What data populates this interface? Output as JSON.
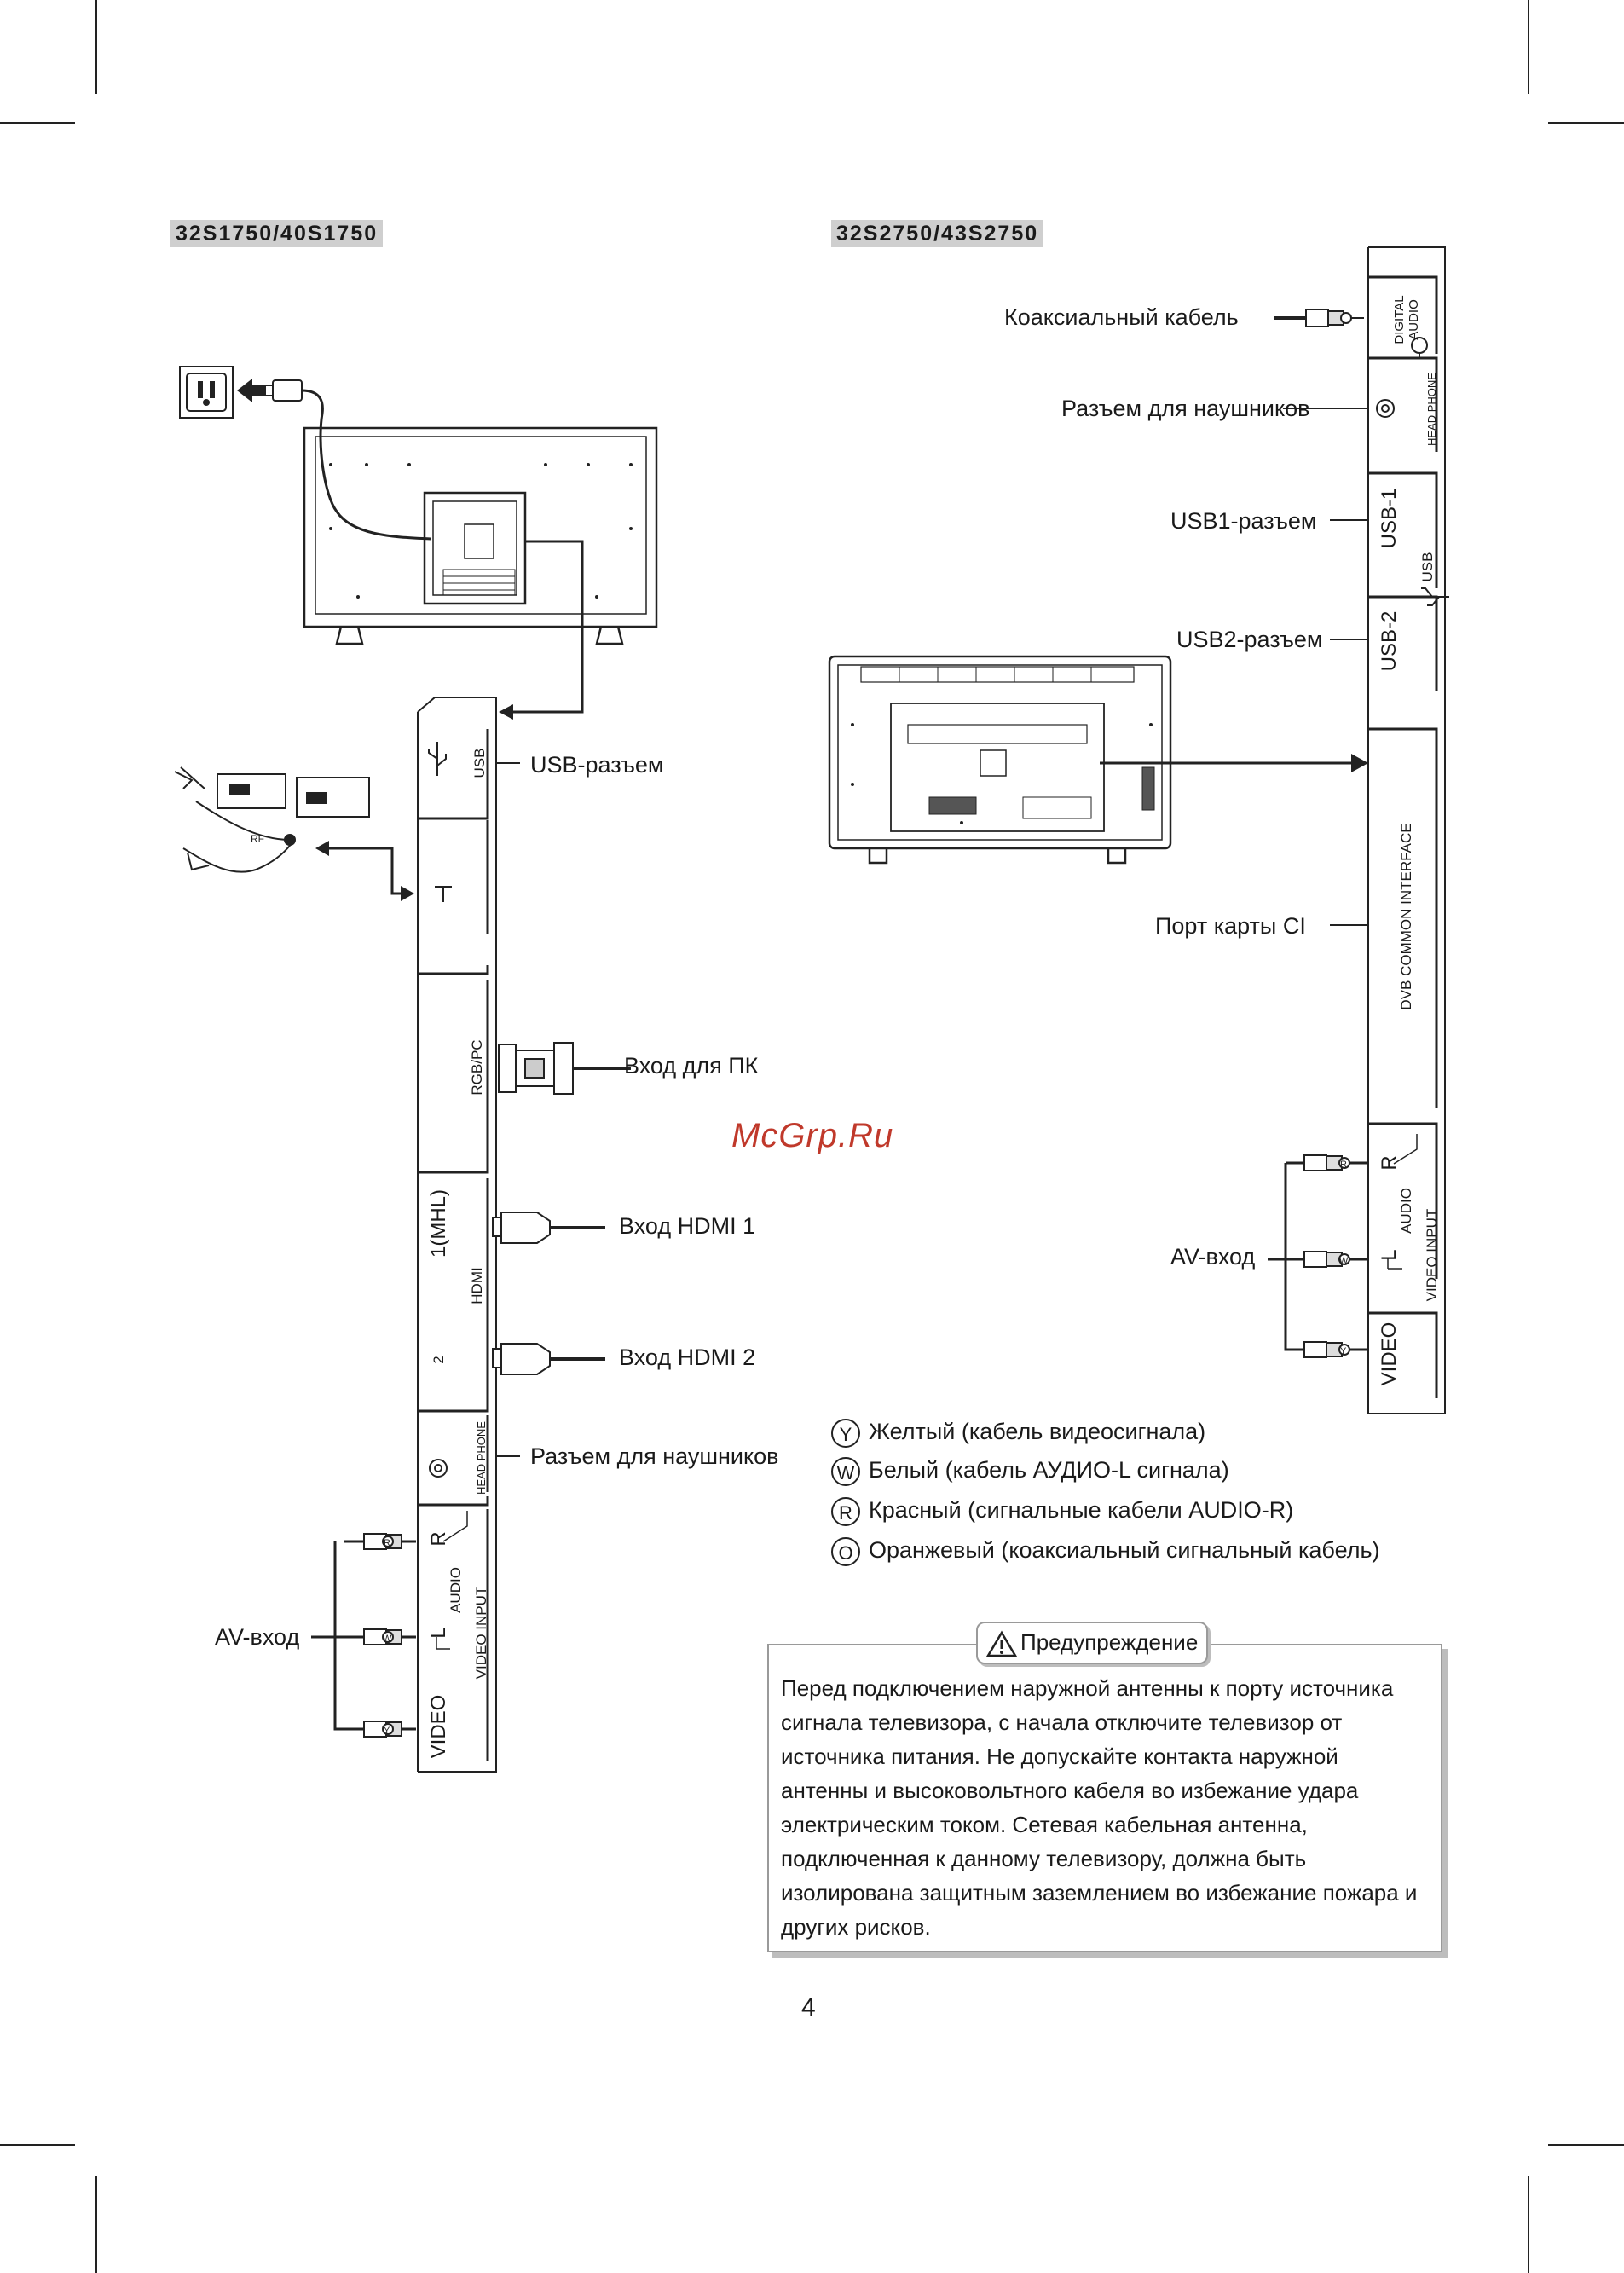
{
  "models": {
    "left": "32S1750/40S1750",
    "right": "32S2750/43S2750"
  },
  "left_panel": {
    "callouts": {
      "usb": "USB-разъем",
      "pc": "Вход для ПК",
      "hdmi1": "Вход HDMI 1",
      "hdmi2": "Вход HDMI 2",
      "headphone": "Разъем для наушников",
      "av": "AV-вход"
    },
    "labels": {
      "usb": "USB",
      "rgbpc": "RGB/PC",
      "hdmi1": "1(MHL)",
      "hdmi": "HDMI",
      "hdmi2": "2",
      "headphone": "HEAD PHONE",
      "r": "R",
      "audio": "AUDIO",
      "l": "L",
      "video_input": "VIDEO INPUT",
      "video": "VIDEO",
      "rf": "RF"
    }
  },
  "right_panel": {
    "callouts": {
      "coax": "Коаксиальный кабель",
      "headphone": "Разъем для наушников",
      "usb1": "USB1-разъем",
      "usb2": "USB2-разъем",
      "ci": "Порт карты CI",
      "av": "AV-вход"
    },
    "labels": {
      "digital_audio": "DIGITAL AUDIO",
      "headphone": "HEAD PHONE",
      "usb1": "USB-1",
      "usb": "USB",
      "usb2": "USB-2",
      "dvb": "DVB COMMON INTERFACE",
      "r": "R",
      "audio": "AUDIO",
      "l": "L",
      "video_input": "VIDEO INPUT",
      "video": "VIDEO"
    }
  },
  "legend": [
    {
      "letter": "Y",
      "text": "Желтый (кабель видеосигнала)"
    },
    {
      "letter": "W",
      "text": "Белый (кабель АУДИО-L сигнала)"
    },
    {
      "letter": "R",
      "text": "Красный (сигнальные кабели AUDIO-R)"
    },
    {
      "letter": "O",
      "text": "Оранжевый (коаксиальный сигнальный кабель)"
    }
  ],
  "warning": {
    "title": "Предупреждение",
    "text": "Перед подключением наружной антенны к порту источника сигнала телевизора, с начала отключите телевизор от источника питания. Не допускайте контакта наружной антенны и высоковольтного кабеля во избежание удара электрическим током. Сетевая кабельная антенна, подключенная к данному телевизору, должна быть изолирована защитным заземлением во избежание пожара и других рисков."
  },
  "watermark": "McGrp.Ru",
  "page_number": "4"
}
